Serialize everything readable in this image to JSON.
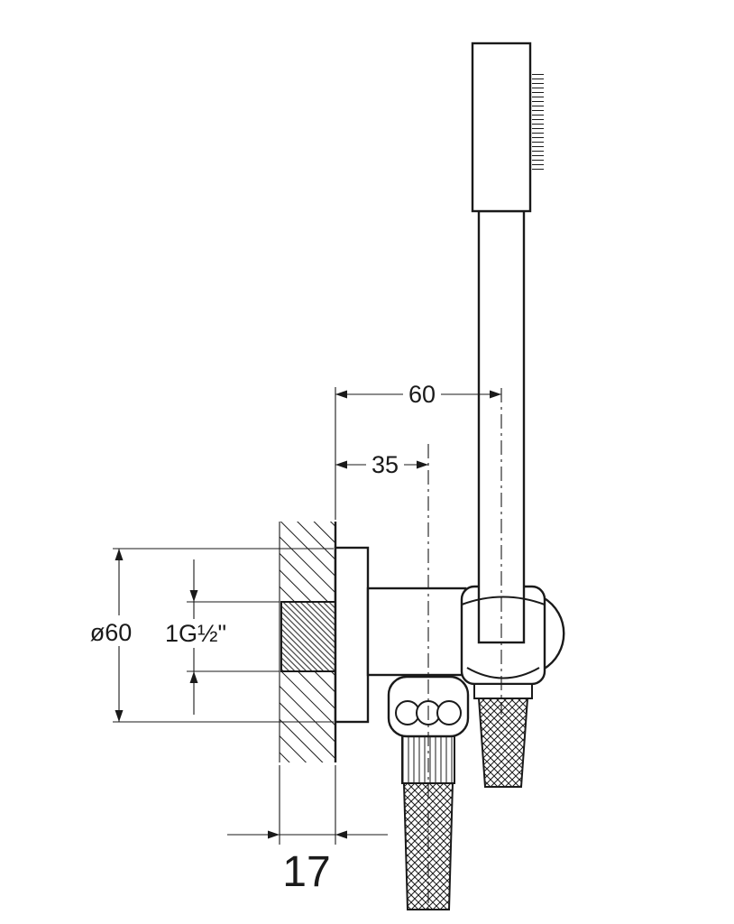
{
  "colors": {
    "ink": "#1a1a1a",
    "paper": "#ffffff"
  },
  "dimensions": {
    "bracket_to_handle_center": "60",
    "bracket_to_hose_center": "35",
    "flange_diameter": "ø60",
    "thread_size": "1G½\"",
    "wall_projection": "17"
  }
}
